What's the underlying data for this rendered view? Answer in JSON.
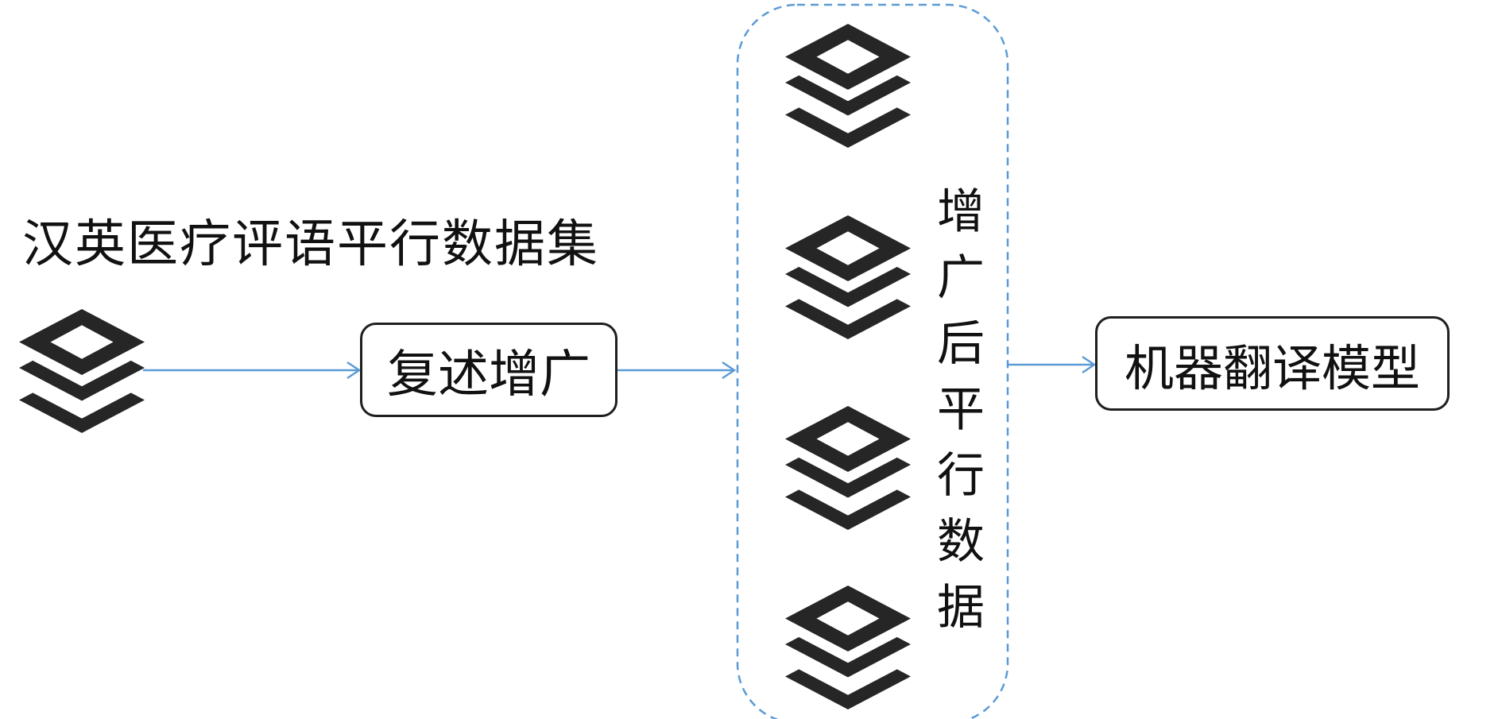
{
  "source": {
    "title": "汉英医疗评语平行数据集",
    "icon": "layers-icon"
  },
  "process": {
    "label": "复述增广"
  },
  "augmented": {
    "label": "增广后平行数据",
    "icon": "layers-icon",
    "icon_count": 4
  },
  "target": {
    "label": "机器翻译模型"
  },
  "colors": {
    "arrow": "#5b9bd5",
    "group_border": "#5b9bd5",
    "icon": "#262626",
    "box_border": "#1f1f1f",
    "text": "#111111"
  }
}
